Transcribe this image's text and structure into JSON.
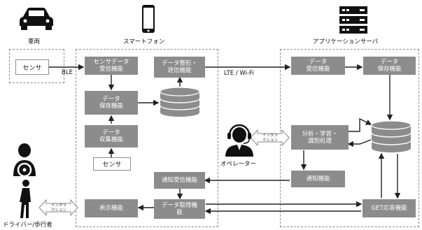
{
  "actors": {
    "car": "車両",
    "smartphone": "スマートフォン",
    "server": "アプリケーションサーバ",
    "operator": "オペレーター",
    "driver": "ドライバー/歩行者"
  },
  "links": {
    "ble": "BLE",
    "lte": "LTE / Wi-Fi"
  },
  "car_box": {
    "sensor": "センサ"
  },
  "phone_boxes": {
    "sensor_receive": "センサデータ\n受信機能",
    "data_format_send": "データ整形・\n送信機能",
    "data_store": "データ\n保存機能",
    "data_collect": "データ\n収集機能",
    "sensor": "センサ",
    "notify_receive": "通知受信機能",
    "data_fetch": "データ取得機\n能",
    "display": "表示機能"
  },
  "server_boxes": {
    "data_receive": "データ\n受信機能",
    "data_store": "データ\n保存機能",
    "analysis": "分析・学習・\n識別処理",
    "notify": "通知機能",
    "get_response": "GET応答機能"
  },
  "interaction_labels": {
    "operator_side": "インタラ\nクション",
    "driver_side": "インタラ\nクション"
  }
}
